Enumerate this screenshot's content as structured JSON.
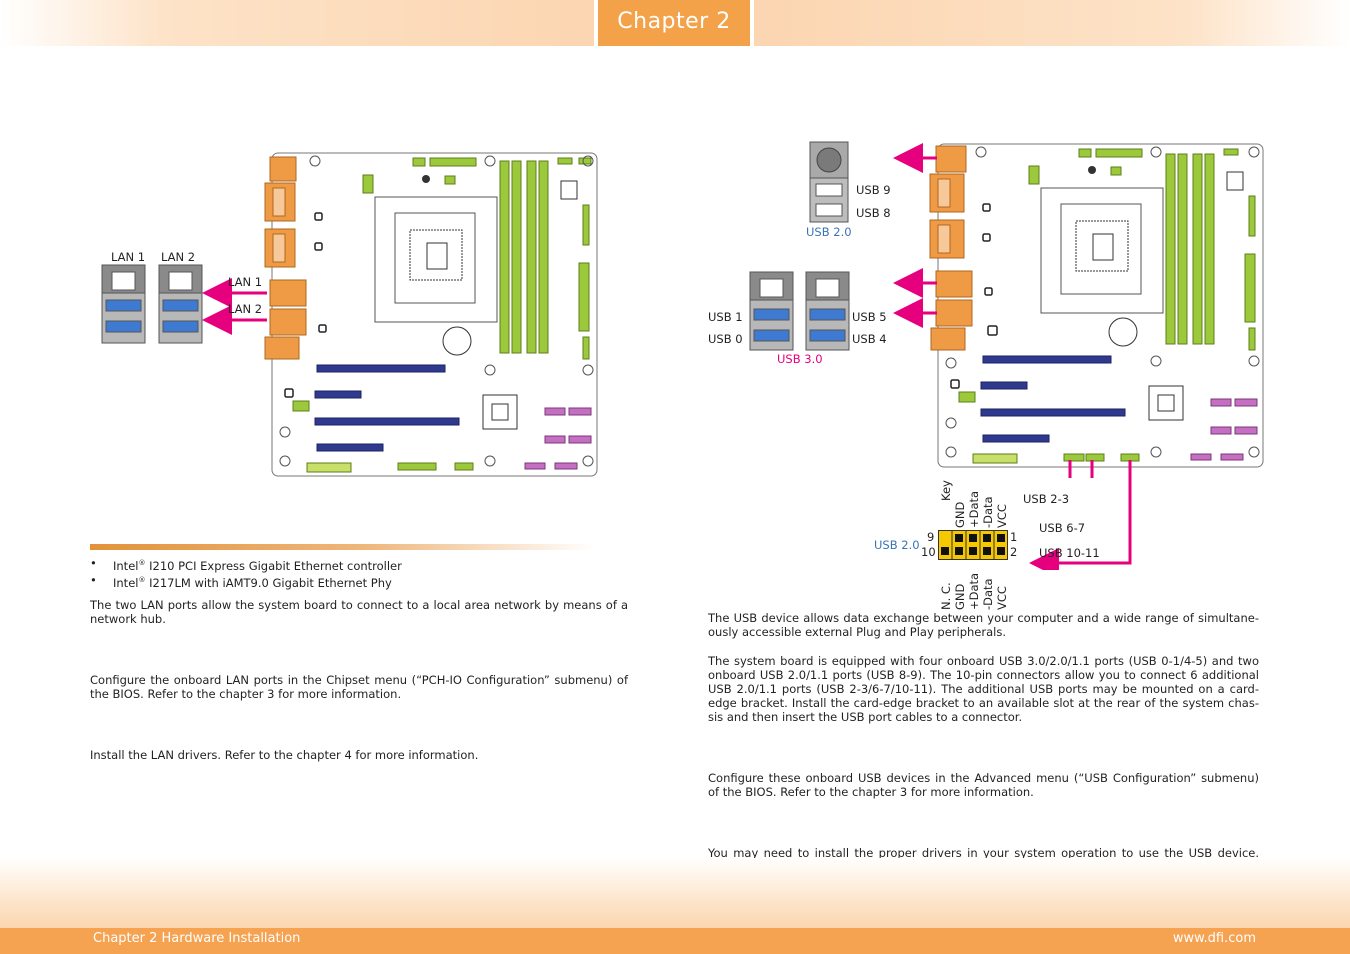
{
  "header": {
    "chapter_tab": "Chapter 2"
  },
  "footer": {
    "left": "Chapter 2 Hardware Installation",
    "right": "www.dfi.com"
  },
  "lan": {
    "diagram": {
      "port_labels": [
        "LAN 1",
        "LAN 2"
      ],
      "arrow_labels": [
        "LAN 1",
        "LAN 2"
      ]
    },
    "bullets": [
      [
        "Intel",
        "®",
        " I210 PCI Express Gigabit Ethernet controller"
      ],
      [
        "Intel",
        "®",
        " I217LM with iAMT9.0 Gigabit Ethernet Phy"
      ]
    ],
    "para1": "The two LAN ports allow the system board to connect to a local area network by means of a network hub.",
    "para2": "Configure the onboard LAN ports in the Chipset menu (“PCH-IO Configuration” submenu) of the BIOS. Refer to the chapter 3 for more information.",
    "para3": "Install the LAN drivers. Refer to the chapter 4 for more information."
  },
  "usb": {
    "diagram": {
      "usb9": "USB 9",
      "usb8": "USB 8",
      "usb20_group": "USB 2.0",
      "usb1": "USB 1",
      "usb0": "USB 0",
      "usb5": "USB 5",
      "usb4": "USB 4",
      "usb30_group": "USB 3.0",
      "header_usb23": "USB 2-3",
      "header_usb67": "USB 6-7",
      "header_usb1011": "USB 10-11",
      "pin_group": "USB 2.0",
      "pin_9": "9",
      "pin_10": "10",
      "pin_1": "1",
      "pin_2": "2",
      "top_pins": [
        "Key",
        "GND",
        "+Data",
        "-Data",
        "VCC"
      ],
      "bottom_pins": [
        "N. C.",
        "GND",
        "+Data",
        "-Data",
        "VCC"
      ]
    },
    "para1": "The USB device allows data exchange between your computer and a wide range of simultane-ously accessible external Plug and Play peripherals.",
    "para2": "The system board is equipped with four onboard USB 3.0/2.0/1.1 ports (USB 0-1/4-5) and two onboard USB 2.0/1.1 ports (USB 8-9). The 10-pin connectors allow you to connect 6 additional USB 2.0/1.1 ports (USB 2-3/6-7/10-11). The additional USB ports may be mounted on a card-edge bracket. Install the card-edge bracket to an available slot at the rear of the system chas-sis and then insert the USB port cables to a connector.",
    "para3": "Configure these onboard USB devices in the Advanced menu (“USB Configuration” submenu) of the BIOS. Refer to the chapter 3 for more information.",
    "para4": "You may need to install the proper drivers in your system operation to use the USB device. Refer to your operating system’s manual or documentation for more information."
  },
  "colors": {
    "accent_orange": "#f3a24a",
    "arrow_pink": "#e6007e",
    "label_blue": "#3a73b8",
    "dimm_green": "#9cc93b",
    "pcie_navy": "#2f3a8f",
    "sata_purple": "#c56fc2"
  }
}
